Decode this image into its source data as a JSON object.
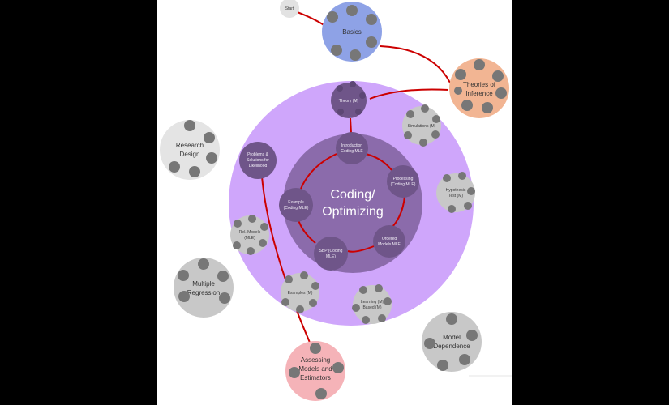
{
  "colors": {
    "background": "#000000",
    "canvas": "#ffffff",
    "outer_circle": "#cfa6fb",
    "core_circle": "#8b6bab",
    "inner_node": "#6f5589",
    "edge": "#cc0000",
    "gray_node": "#c8c8c8",
    "dot": "#777777",
    "basics": "#8ea2e6",
    "theories": "#f2b593",
    "assessing": "#f5b3b8",
    "research_design": "#e4e4e4"
  },
  "core": {
    "line1": "Coding/",
    "line2": "Optimizing"
  },
  "nodes": {
    "start": "Start",
    "basics": "Basics",
    "theories": [
      "Theories of",
      "Inference"
    ],
    "theory": "Theory (M)",
    "intro": [
      "Introduction",
      "Coding MLE"
    ],
    "processing": [
      "Processing",
      "(Coding MLE)"
    ],
    "ordered": [
      "Ordered",
      "Models MLE"
    ],
    "sbp": [
      "SBP (Coding",
      "MLE)"
    ],
    "example": [
      "Example",
      "(Coding MLE)"
    ],
    "problems": [
      "Problems &",
      "Solutions for",
      "Likelihood"
    ],
    "simulations": "Simulations (M)",
    "rel_models": [
      "Rel. Models",
      "(MLE)"
    ],
    "hypothesis": [
      "Hypothesis",
      "Test (M)"
    ],
    "examples": "Examples (M)",
    "learning": [
      "Learning (M)",
      "Based (M)"
    ],
    "research_design": [
      "Research",
      "Design"
    ],
    "multiple_regression": [
      "Multiple",
      "Regression"
    ],
    "model_dependence": [
      "Model",
      "Dependence"
    ],
    "assessing": [
      "Assessing",
      "Models and",
      "Estimators"
    ]
  }
}
